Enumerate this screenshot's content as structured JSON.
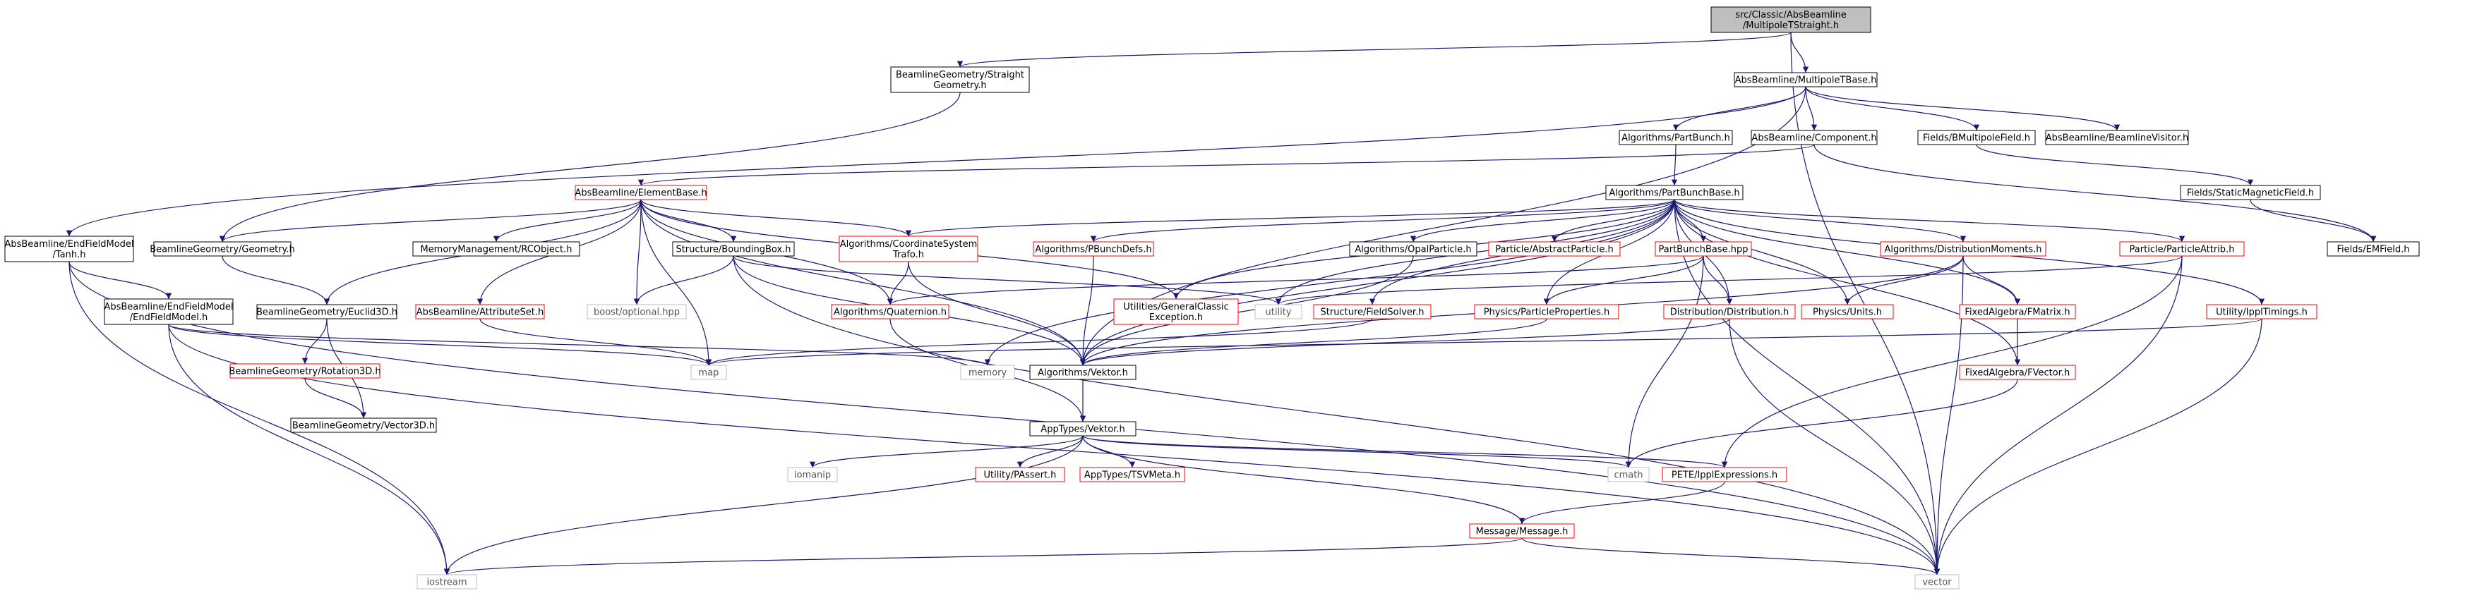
{
  "colors": {
    "edge": "#191970",
    "node_border": "#000000",
    "node_border_red": "#ff0000",
    "node_border_grey": "#bfbfbf",
    "root_fill": "#bfbfbf",
    "node_fill": "#ffffff"
  },
  "nodes": [
    {
      "id": "root",
      "lines": [
        "src/Classic/AbsBeamline",
        "/MultipoleTStraight.h"
      ],
      "kind": "root"
    },
    {
      "id": "straight_geom",
      "lines": [
        "BeamlineGeometry/Straight",
        "Geometry.h"
      ],
      "kind": "normal"
    },
    {
      "id": "multipoleTBase",
      "lines": [
        "AbsBeamline/MultipoleTBase.h"
      ],
      "kind": "normal"
    },
    {
      "id": "partBunch",
      "lines": [
        "Algorithms/PartBunch.h"
      ],
      "kind": "normal"
    },
    {
      "id": "component",
      "lines": [
        "AbsBeamline/Component.h"
      ],
      "kind": "normal"
    },
    {
      "id": "bmultipole",
      "lines": [
        "Fields/BMultipoleField.h"
      ],
      "kind": "normal"
    },
    {
      "id": "beamlineVisitor",
      "lines": [
        "AbsBeamline/BeamlineVisitor.h"
      ],
      "kind": "normal"
    },
    {
      "id": "elementBase",
      "lines": [
        "AbsBeamline/ElementBase.h"
      ],
      "kind": "red"
    },
    {
      "id": "partBunchBase",
      "lines": [
        "Algorithms/PartBunchBase.h"
      ],
      "kind": "normal"
    },
    {
      "id": "staticMag",
      "lines": [
        "Fields/StaticMagneticField.h"
      ],
      "kind": "normal"
    },
    {
      "id": "tanh",
      "lines": [
        "AbsBeamline/EndFieldModel",
        "/Tanh.h"
      ],
      "kind": "normal"
    },
    {
      "id": "geometry",
      "lines": [
        "BeamlineGeometry/Geometry.h"
      ],
      "kind": "normal"
    },
    {
      "id": "mmRCObject",
      "lines": [
        "MemoryManagement/RCObject.h"
      ],
      "kind": "normal"
    },
    {
      "id": "boundingBox",
      "lines": [
        "Structure/BoundingBox.h"
      ],
      "kind": "normal"
    },
    {
      "id": "coordTrafo",
      "lines": [
        "Algorithms/CoordinateSystem",
        "Trafo.h"
      ],
      "kind": "red"
    },
    {
      "id": "pbunchDefs",
      "lines": [
        "Algorithms/PBunchDefs.h"
      ],
      "kind": "red"
    },
    {
      "id": "opalParticle",
      "lines": [
        "Algorithms/OpalParticle.h"
      ],
      "kind": "normal"
    },
    {
      "id": "abstractParticle",
      "lines": [
        "Particle/AbstractParticle.h"
      ],
      "kind": "red"
    },
    {
      "id": "partBunchBaseHpp",
      "lines": [
        "PartBunchBase.hpp"
      ],
      "kind": "red"
    },
    {
      "id": "distMoments",
      "lines": [
        "Algorithms/DistributionMoments.h"
      ],
      "kind": "red"
    },
    {
      "id": "particleAttrib",
      "lines": [
        "Particle/ParticleAttrib.h"
      ],
      "kind": "red"
    },
    {
      "id": "emField",
      "lines": [
        "Fields/EMField.h"
      ],
      "kind": "normal"
    },
    {
      "id": "endFieldModel",
      "lines": [
        "AbsBeamline/EndFieldModel",
        "/EndFieldModel.h"
      ],
      "kind": "normal"
    },
    {
      "id": "euclid3d",
      "lines": [
        "BeamlineGeometry/Euclid3D.h"
      ],
      "kind": "normal"
    },
    {
      "id": "attributeSet",
      "lines": [
        "AbsBeamline/AttributeSet.h"
      ],
      "kind": "red"
    },
    {
      "id": "boostOptional",
      "lines": [
        "boost/optional.hpp"
      ],
      "kind": "grey"
    },
    {
      "id": "quaternion",
      "lines": [
        "Algorithms/Quaternion.h"
      ],
      "kind": "red"
    },
    {
      "id": "generalClassicException",
      "lines": [
        "Utilities/GeneralClassic",
        "Exception.h"
      ],
      "kind": "red"
    },
    {
      "id": "utility",
      "lines": [
        "utility"
      ],
      "kind": "grey"
    },
    {
      "id": "fieldSolver",
      "lines": [
        "Structure/FieldSolver.h"
      ],
      "kind": "red"
    },
    {
      "id": "physProps",
      "lines": [
        "Physics/ParticleProperties.h"
      ],
      "kind": "red"
    },
    {
      "id": "distribution",
      "lines": [
        "Distribution/Distribution.h"
      ],
      "kind": "red"
    },
    {
      "id": "physUnits",
      "lines": [
        "Physics/Units.h"
      ],
      "kind": "red"
    },
    {
      "id": "fmatrix",
      "lines": [
        "FixedAlgebra/FMatrix.h"
      ],
      "kind": "red"
    },
    {
      "id": "ipplTimings",
      "lines": [
        "Utility/IpplTimings.h"
      ],
      "kind": "red"
    },
    {
      "id": "rotation3d",
      "lines": [
        "BeamlineGeometry/Rotation3D.h"
      ],
      "kind": "red"
    },
    {
      "id": "map",
      "lines": [
        "map"
      ],
      "kind": "grey"
    },
    {
      "id": "memory",
      "lines": [
        "memory"
      ],
      "kind": "grey"
    },
    {
      "id": "vektorH",
      "lines": [
        "Algorithms/Vektor.h"
      ],
      "kind": "normal"
    },
    {
      "id": "fvector",
      "lines": [
        "FixedAlgebra/FVector.h"
      ],
      "kind": "red"
    },
    {
      "id": "vector3d",
      "lines": [
        "BeamlineGeometry/Vector3D.h"
      ],
      "kind": "normal"
    },
    {
      "id": "appVektor",
      "lines": [
        "AppTypes/Vektor.h"
      ],
      "kind": "normal"
    },
    {
      "id": "iomanip",
      "lines": [
        "iomanip"
      ],
      "kind": "grey"
    },
    {
      "id": "passert",
      "lines": [
        "Utility/PAssert.h"
      ],
      "kind": "red"
    },
    {
      "id": "tsvmeta",
      "lines": [
        "AppTypes/TSVMeta.h"
      ],
      "kind": "red"
    },
    {
      "id": "cmath",
      "lines": [
        "cmath"
      ],
      "kind": "grey"
    },
    {
      "id": "ipplExpr",
      "lines": [
        "PETE/IpplExpressions.h"
      ],
      "kind": "red"
    },
    {
      "id": "message",
      "lines": [
        "Message/Message.h"
      ],
      "kind": "red"
    },
    {
      "id": "iostream",
      "lines": [
        "iostream"
      ],
      "kind": "grey"
    },
    {
      "id": "vector",
      "lines": [
        "vector"
      ],
      "kind": "grey"
    }
  ],
  "edges": [
    [
      "root",
      "straight_geom"
    ],
    [
      "root",
      "multipoleTBase"
    ],
    [
      "root",
      "vector"
    ],
    [
      "straight_geom",
      "geometry"
    ],
    [
      "multipoleTBase",
      "partBunch"
    ],
    [
      "multipoleTBase",
      "component"
    ],
    [
      "multipoleTBase",
      "bmultipole"
    ],
    [
      "multipoleTBase",
      "beamlineVisitor"
    ],
    [
      "multipoleTBase",
      "tanh"
    ],
    [
      "multipoleTBase",
      "vektorH"
    ],
    [
      "partBunch",
      "partBunchBase"
    ],
    [
      "component",
      "elementBase"
    ],
    [
      "component",
      "emField"
    ],
    [
      "bmultipole",
      "staticMag"
    ],
    [
      "staticMag",
      "emField"
    ],
    [
      "elementBase",
      "geometry"
    ],
    [
      "elementBase",
      "mmRCObject"
    ],
    [
      "elementBase",
      "boundingBox"
    ],
    [
      "elementBase",
      "coordTrafo"
    ],
    [
      "elementBase",
      "euclid3d"
    ],
    [
      "elementBase",
      "attributeSet"
    ],
    [
      "elementBase",
      "boostOptional"
    ],
    [
      "elementBase",
      "quaternion"
    ],
    [
      "elementBase",
      "generalClassicException"
    ],
    [
      "elementBase",
      "map"
    ],
    [
      "elementBase",
      "vektorH"
    ],
    [
      "partBunchBase",
      "pbunchDefs"
    ],
    [
      "partBunchBase",
      "opalParticle"
    ],
    [
      "partBunchBase",
      "abstractParticle"
    ],
    [
      "partBunchBase",
      "partBunchBaseHpp"
    ],
    [
      "partBunchBase",
      "distMoments"
    ],
    [
      "partBunchBase",
      "particleAttrib"
    ],
    [
      "partBunchBase",
      "ipplTimings"
    ],
    [
      "partBunchBase",
      "coordTrafo"
    ],
    [
      "partBunchBase",
      "generalClassicException"
    ],
    [
      "partBunchBase",
      "utility"
    ],
    [
      "partBunchBase",
      "fieldSolver"
    ],
    [
      "partBunchBase",
      "memory"
    ],
    [
      "partBunchBase",
      "vektorH"
    ],
    [
      "partBunchBase",
      "physUnits"
    ],
    [
      "partBunchBase",
      "fmatrix"
    ],
    [
      "partBunchBase",
      "fvector"
    ],
    [
      "partBunchBase",
      "distribution"
    ],
    [
      "partBunchBase",
      "physProps"
    ],
    [
      "partBunchBase",
      "vector"
    ],
    [
      "tanh",
      "endFieldModel"
    ],
    [
      "tanh",
      "iostream"
    ],
    [
      "tanh",
      "vector"
    ],
    [
      "endFieldModel",
      "iostream"
    ],
    [
      "endFieldModel",
      "vector"
    ],
    [
      "endFieldModel",
      "map"
    ],
    [
      "endFieldModel",
      "memory"
    ],
    [
      "geometry",
      "euclid3d"
    ],
    [
      "boundingBox",
      "boostOptional"
    ],
    [
      "boundingBox",
      "vektorH"
    ],
    [
      "boundingBox",
      "vector"
    ],
    [
      "boundingBox",
      "utility"
    ],
    [
      "coordTrafo",
      "quaternion"
    ],
    [
      "coordTrafo",
      "vektorH"
    ],
    [
      "pbunchDefs",
      "vektorH"
    ],
    [
      "opalParticle",
      "vektorH"
    ],
    [
      "partBunchBaseHpp",
      "quaternion"
    ],
    [
      "partBunchBaseHpp",
      "physProps"
    ],
    [
      "partBunchBaseHpp",
      "distribution"
    ],
    [
      "partBunchBaseHpp",
      "cmath"
    ],
    [
      "distMoments",
      "physUnits"
    ],
    [
      "distMoments",
      "fmatrix"
    ],
    [
      "distMoments",
      "vektorH"
    ],
    [
      "distMoments",
      "vector"
    ],
    [
      "particleAttrib",
      "utility"
    ],
    [
      "particleAttrib",
      "ipplExpr"
    ],
    [
      "particleAttrib",
      "vector"
    ],
    [
      "ipplTimings",
      "map"
    ],
    [
      "ipplTimings",
      "vector"
    ],
    [
      "euclid3d",
      "rotation3d"
    ],
    [
      "euclid3d",
      "vector3d"
    ],
    [
      "rotation3d",
      "vector3d"
    ],
    [
      "attributeSet",
      "map"
    ],
    [
      "quaternion",
      "appVektor"
    ],
    [
      "fieldSolver",
      "map"
    ],
    [
      "physProps",
      "vektorH"
    ],
    [
      "distribution",
      "vektorH"
    ],
    [
      "distribution",
      "vector"
    ],
    [
      "fmatrix",
      "fvector"
    ],
    [
      "fvector",
      "cmath"
    ],
    [
      "vektorH",
      "appVektor"
    ],
    [
      "appVektor",
      "iomanip"
    ],
    [
      "appVektor",
      "passert"
    ],
    [
      "appVektor",
      "tsvmeta"
    ],
    [
      "appVektor",
      "cmath"
    ],
    [
      "appVektor",
      "ipplExpr"
    ],
    [
      "appVektor",
      "message"
    ],
    [
      "appVektor",
      "iostream"
    ],
    [
      "ipplExpr",
      "message"
    ],
    [
      "message",
      "iostream"
    ],
    [
      "message",
      "vector"
    ]
  ]
}
